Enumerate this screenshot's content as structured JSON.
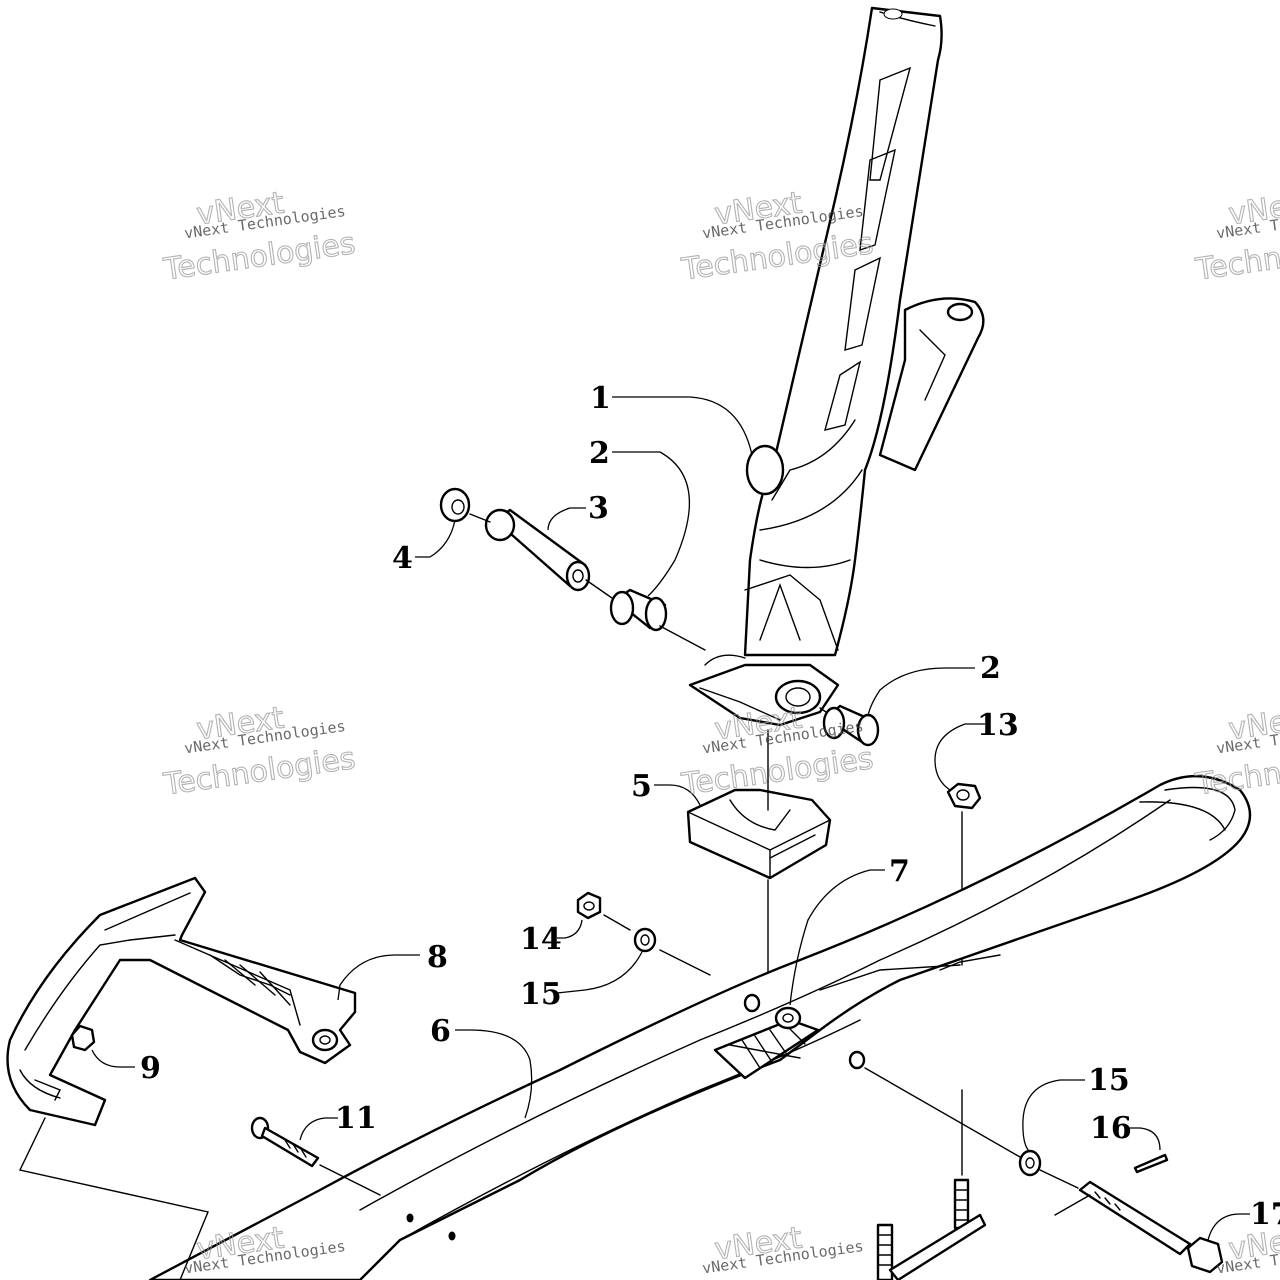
{
  "callouts": {
    "c1": "1",
    "c2a": "2",
    "c3": "3",
    "c4": "4",
    "c2b": "2",
    "c5": "5",
    "c13": "13",
    "c7": "7",
    "c14": "14",
    "c8": "8",
    "c15a": "15",
    "c6": "6",
    "c9": "9",
    "c11": "11",
    "c15b": "15",
    "c16": "16",
    "c17": "17"
  },
  "watermark": {
    "brand": "vNext",
    "line1": "vNext Technologies",
    "line2": "Technologies"
  }
}
